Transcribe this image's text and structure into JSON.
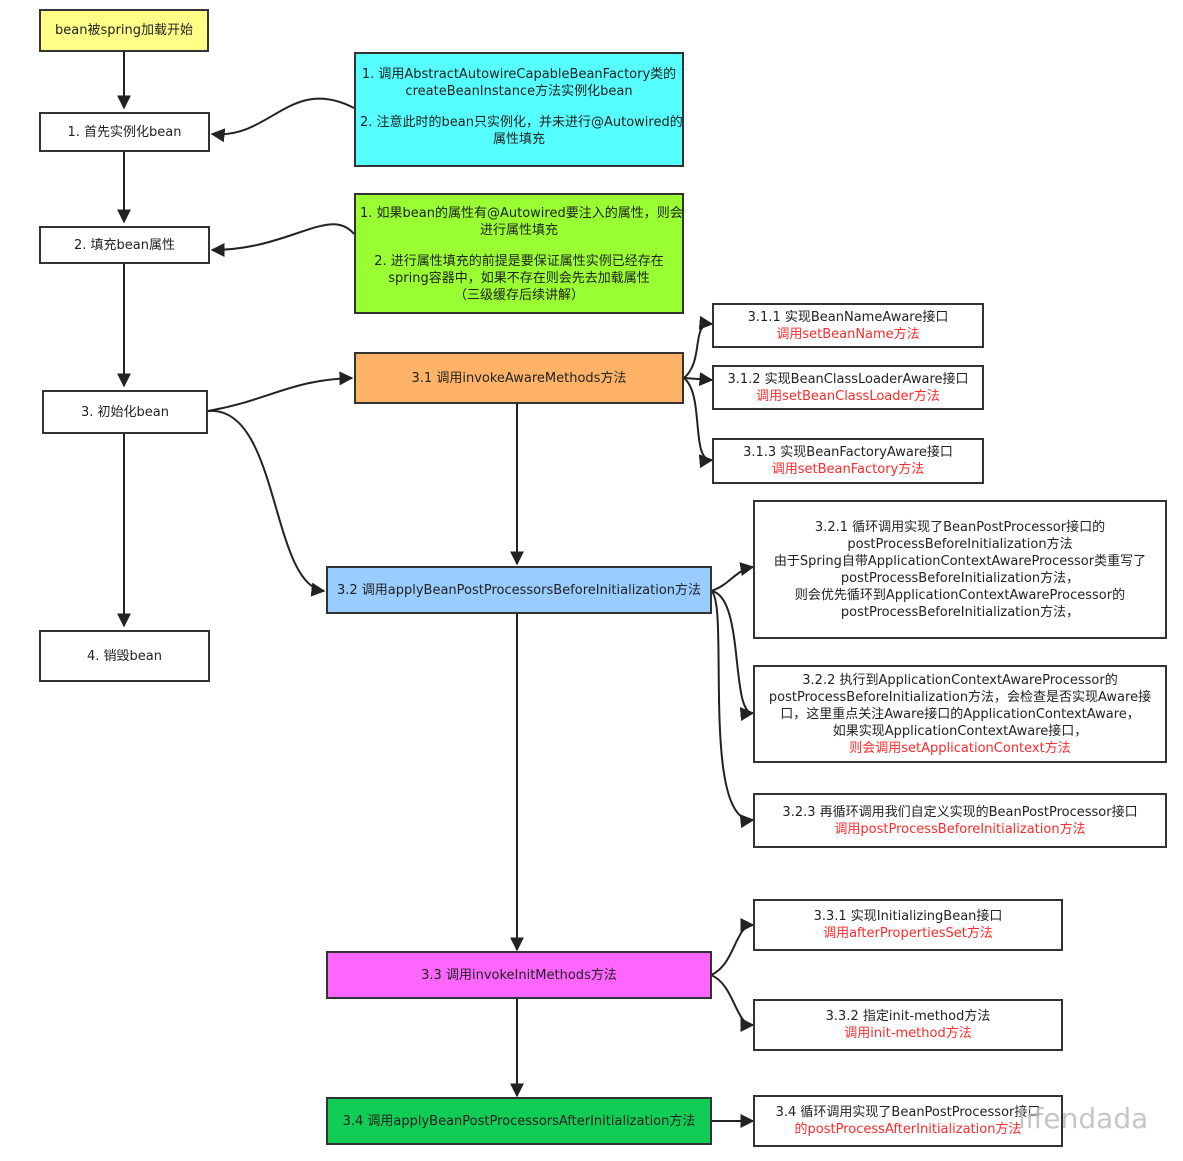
{
  "colors": {
    "start_fill": "#ffff88",
    "note1_fill": "#55ffff",
    "note2_fill": "#99ff33",
    "aware_fill": "#ffb366",
    "before_fill": "#99ccff",
    "init_fill": "#ff66ff",
    "after_fill": "#11cc55",
    "highlight_text": "#ff2a2a",
    "stroke": "#333333"
  },
  "lifecycle": {
    "start": "bean被spring加载开始",
    "step1": "1. 首先实例化bean",
    "step2": "2. 填充bean属性",
    "step3": "3. 初始化bean",
    "step4": "4. 销毁bean"
  },
  "notes": {
    "instantiate": {
      "p1_line1": "1. 调用AbstractAutowireCapableBeanFactory类的",
      "p1_line2": "createBeanInstance方法实例化bean",
      "p2_line1": "2. 注意此时的bean只实例化，并未进行@Autowired的",
      "p2_line2": "属性填充"
    },
    "populate": {
      "p1_line1": "1. 如果bean的属性有@Autowired要注入的属性，则会",
      "p1_line2": "进行属性填充",
      "p2_line1": "2. 进行属性填充的前提是要保证属性实例已经存在",
      "p2_line2": "spring容器中，如果不存在则会先去加载属性",
      "p2_line3": "（三级缓存后续讲解）"
    }
  },
  "init_steps": {
    "aware": "3.1 调用invokeAwareMethods方法",
    "before": "3.2 调用applyBeanPostProcessorsBeforeInitialization方法",
    "init": "3.3 调用invokeInitMethods方法",
    "after": "3.4 调用applyBeanPostProcessorsAfterInitialization方法"
  },
  "aware_details": [
    {
      "title": "3.1.1 实现BeanNameAware接口",
      "call": "调用setBeanName方法"
    },
    {
      "title": "3.1.2 实现BeanClassLoaderAware接口",
      "call": "调用setBeanClassLoader方法"
    },
    {
      "title": "3.1.3 实现BeanFactoryAware接口",
      "call": "调用setBeanFactory方法"
    }
  ],
  "before_details": {
    "d1": {
      "line1": "3.2.1 循环调用实现了BeanPostProcessor接口的",
      "line2": "postProcessBeforeInitialization方法",
      "line3": "由于Spring自带ApplicationContextAwareProcessor类重写了",
      "line4": "postProcessBeforeInitialization方法，",
      "line5": "则会优先循环到ApplicationContextAwareProcessor的",
      "line6": "postProcessBeforeInitialization方法，"
    },
    "d2": {
      "line1": "3.2.2 执行到ApplicationContextAwareProcessor的",
      "line2": "postProcessBeforeInitialization方法，会检查是否实现Aware接",
      "line3": "口，这里重点关注Aware接口的ApplicationContextAware，",
      "line4": "如果实现ApplicationContextAware接口，",
      "line5": "则会调用setApplicationContext方法"
    },
    "d3": {
      "line1": "3.2.3 再循环调用我们自定义实现的BeanPostProcessor接口",
      "line2": "调用postProcessBeforeInitialization方法"
    }
  },
  "init_details": [
    {
      "title": "3.3.1 实现InitializingBean接口",
      "call": "调用afterPropertiesSet方法"
    },
    {
      "title": "3.3.2 指定init-method方法",
      "call": "调用init-method方法"
    }
  ],
  "after_detail": {
    "title": "3.4 循环调用实现了BeanPostProcessor接口",
    "call": "的postProcessAfterInitialization方法"
  },
  "watermark": "lifendada"
}
